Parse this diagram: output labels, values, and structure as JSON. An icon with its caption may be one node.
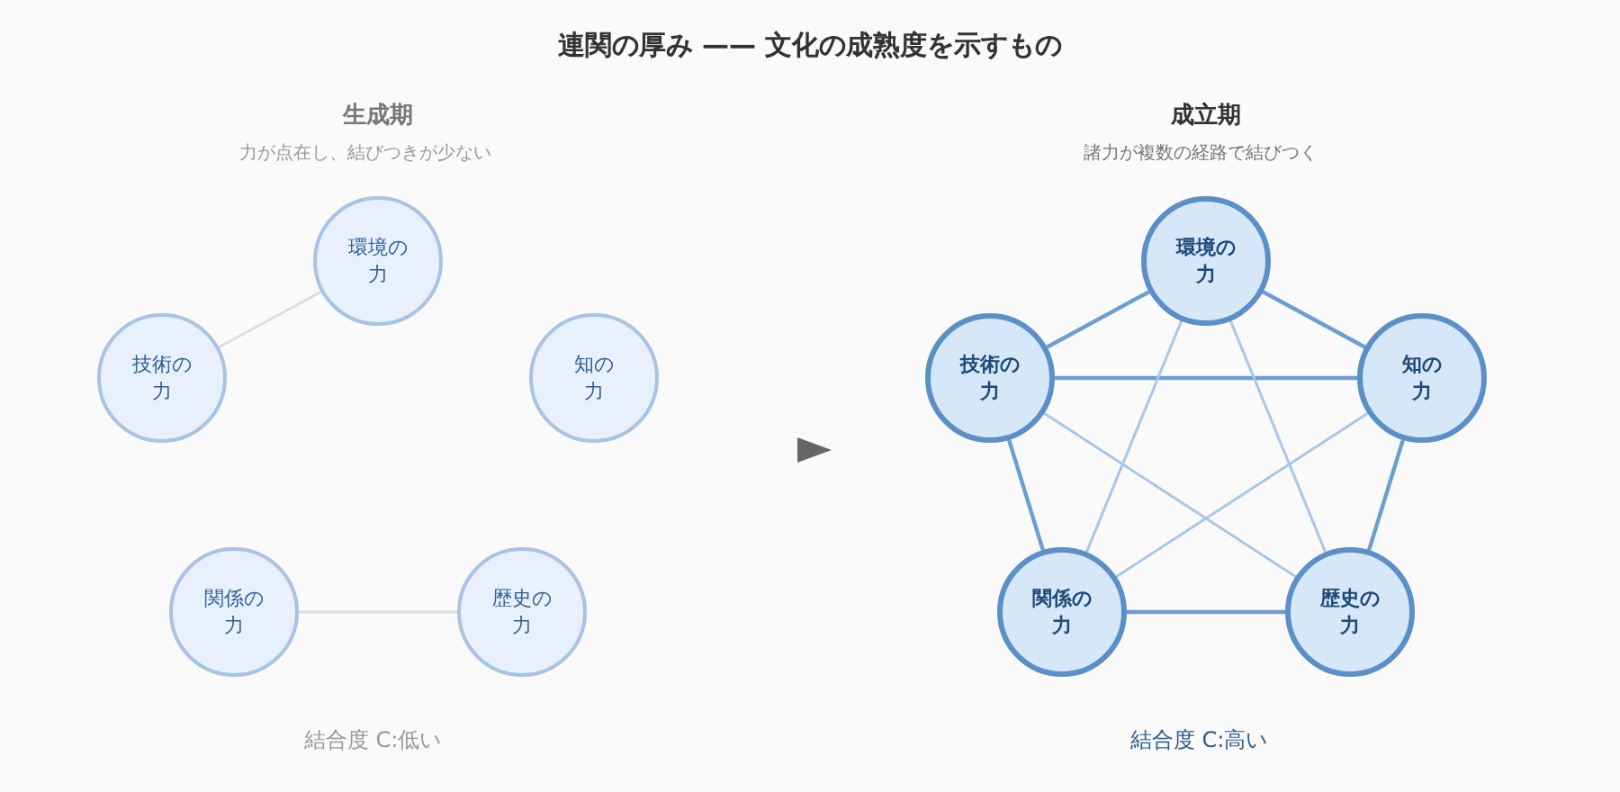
{
  "diagram": {
    "title": "連関の厚み —— 文化の成熟度を示すもの",
    "nodes": [
      {
        "text": [
          "環境の力"
        ]
      },
      {
        "text": [
          "技術の力"
        ]
      },
      {
        "text": [
          "知の力"
        ]
      },
      {
        "text": [
          "関係の力"
        ]
      },
      {
        "text": [
          "歴史の力"
        ]
      },
      {
        "text": [
          "環境の力"
        ]
      },
      {
        "text": [
          "技術の力"
        ]
      },
      {
        "text": [
          "知の力"
        ]
      },
      {
        "text": [
          "関係の力"
        ]
      },
      {
        "text": [
          "歴史の力"
        ]
      }
    ],
    "edges": [
      {
        "from": 1,
        "to": 0,
        "arrow": "none",
        "color": "#dddddd"
      },
      {
        "from": 3,
        "to": 4,
        "arrow": "none",
        "color": "#dddddd"
      },
      {
        "from": 6,
        "to": 5,
        "arrow": "none"
      },
      {
        "from": 5,
        "to": 7,
        "arrow": "none"
      },
      {
        "from": 6,
        "to": 7,
        "arrow": "none"
      },
      {
        "from": 6,
        "to": 8,
        "arrow": "none"
      },
      {
        "from": 7,
        "to": 9,
        "arrow": "none"
      },
      {
        "from": 8,
        "to": 9,
        "arrow": "none"
      },
      {
        "from": 5,
        "to": 8,
        "arrow": "none",
        "color": "#a9c7e8"
      },
      {
        "from": 5,
        "to": 9,
        "arrow": "none",
        "color": "#a9c7e8"
      },
      {
        "from": 6,
        "to": 9,
        "arrow": "none",
        "color": "#a9c7e8"
      },
      {
        "from": 7,
        "to": 8,
        "arrow": "none",
        "color": "#a9c7e8"
      }
    ],
    "labels": [
      "生成期",
      "力が点在し、結びつきが少ない",
      "成立期",
      "諸力が複数の経路で結びつく",
      "結合度 C:低い",
      "結合度 C:高い"
    ]
  }
}
